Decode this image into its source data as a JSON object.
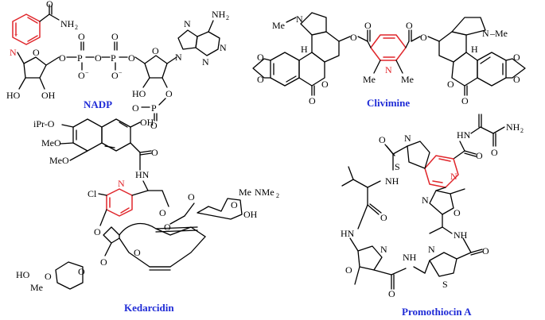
{
  "captions": {
    "nadp": "NADP",
    "clivimine": "Clivimine",
    "kedarcidin": "Kedarcidin",
    "promothiocin": "Promothiocin A"
  },
  "colors": {
    "caption": "#1f2bd6",
    "pyridine_highlight": "#e0262b",
    "bond": "#000000"
  },
  "atoms": {
    "nadp": {
      "amide_o": "O",
      "nh2": "NH",
      "nh2_sub": "2",
      "n_plus": "N",
      "plus": "+",
      "ring_o": "O",
      "ho1": "HO",
      "oh1": "OH",
      "link_o1": "O",
      "p1": "P",
      "p1_o": "O",
      "p1_om": "O",
      "bridge_o": "O",
      "p2": "P",
      "p2_o": "O",
      "p2_om": "O",
      "link_o2": "O",
      "ring2_o": "O",
      "ade_n9": "N",
      "ade_n3": "N",
      "ade_n1": "N",
      "ade_n7": "N",
      "ade_nh2": "NH",
      "ade_nh2_sub": "2",
      "ho2": "HO",
      "p3_o": "O",
      "p3": "P",
      "p3_om1": "O",
      "p3_om2": "O",
      "minus": "−"
    },
    "clivimine": {
      "n_left": "N",
      "me_left": "Me",
      "h_left": "H",
      "n_right": "N",
      "me_right": "–Me",
      "h_right": "H",
      "pyr_n": "N",
      "me_a": "Me",
      "me_b": "Me",
      "o": "O"
    },
    "kedarcidin": {
      "ipro": "iPr-O",
      "meo1": "MeO",
      "meo2": "MeO",
      "oh": "OH",
      "hn": "HN",
      "cl": "Cl",
      "n": "N",
      "o": "O",
      "me": "Me",
      "nme2": "NMe",
      "nme2_sub": "2",
      "ho": "HO",
      "me2": "Me"
    },
    "promothiocin": {
      "nh2": "NH",
      "nh2_sub": "2",
      "hn": "HN",
      "nh": "NH",
      "n": "N",
      "s": "S",
      "o": "O"
    }
  }
}
